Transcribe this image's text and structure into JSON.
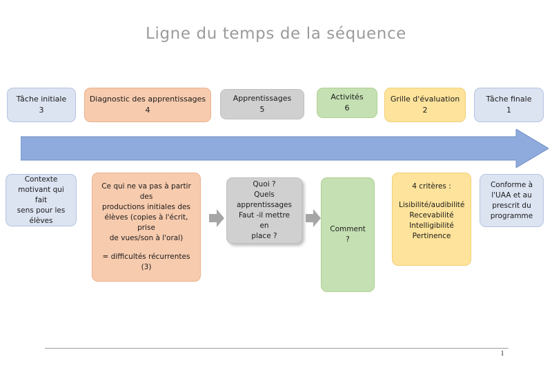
{
  "slide": {
    "title": "Ligne du temps de la séquence",
    "page_number": "1",
    "colors": {
      "blue": "#dce3f1",
      "blue_border": "#b4c4e2",
      "orange": "#f7cbae",
      "orange_border": "#eab18c",
      "gray": "#d0d0d0",
      "gray_border": "#bfbfbf",
      "green": "#c5e0b3",
      "green_border": "#aed08f",
      "yellow": "#fde39b",
      "yellow_border": "#f2cf76",
      "arrow_blue": "#8faadc",
      "arrow_blue_border": "#6f8dc6",
      "mini_arrow_gray": "#a6a6a6",
      "title_gray": "#9b9b9b",
      "rule_gray": "#9c9c9c"
    }
  },
  "timeline": {
    "arrow_name": "timeline-arrow",
    "phases": [
      {
        "label": "Tâche initiale",
        "number": "3",
        "color": "blue"
      },
      {
        "label": "Diagnostic des apprentissages",
        "number": "4",
        "color": "orange"
      },
      {
        "label": "Apprentissages",
        "number": "5",
        "color": "gray"
      },
      {
        "label": "Activités",
        "number": "6",
        "color": "green"
      },
      {
        "label": "Grille d'évaluation",
        "number": "2",
        "color": "yellow"
      },
      {
        "label": "Tâche finale",
        "number": "1",
        "color": "blue"
      }
    ]
  },
  "details": [
    {
      "color": "blue",
      "lines": [
        "Contexte",
        "motivant qui fait",
        "sens pour les",
        "élèves"
      ]
    },
    {
      "color": "orange",
      "lines": [
        "Ce qui ne va pas à partir des",
        "productions initiales des",
        "élèves (copies à l'écrit, prise",
        "de vues/son à l'oral)",
        "",
        "= difficultés récurrentes (3)"
      ]
    },
    {
      "color": "gray",
      "lines": [
        "Quoi ?",
        "Quels",
        "apprentissages",
        "Faut -il mettre en",
        "place ?"
      ]
    },
    {
      "color": "green",
      "lines": [
        "Comment ?"
      ]
    },
    {
      "color": "yellow",
      "lines": [
        "4 critères :",
        "",
        "Lisibilité/audibilité",
        "Recevabilité",
        "Intelligibilité",
        "Pertinence"
      ]
    },
    {
      "color": "blue",
      "lines": [
        "Conforme à",
        "l'UAA et au",
        "prescrit du",
        "programme"
      ]
    }
  ],
  "connectors": [
    {
      "name": "connector-arrow-1"
    },
    {
      "name": "connector-arrow-2"
    }
  ]
}
